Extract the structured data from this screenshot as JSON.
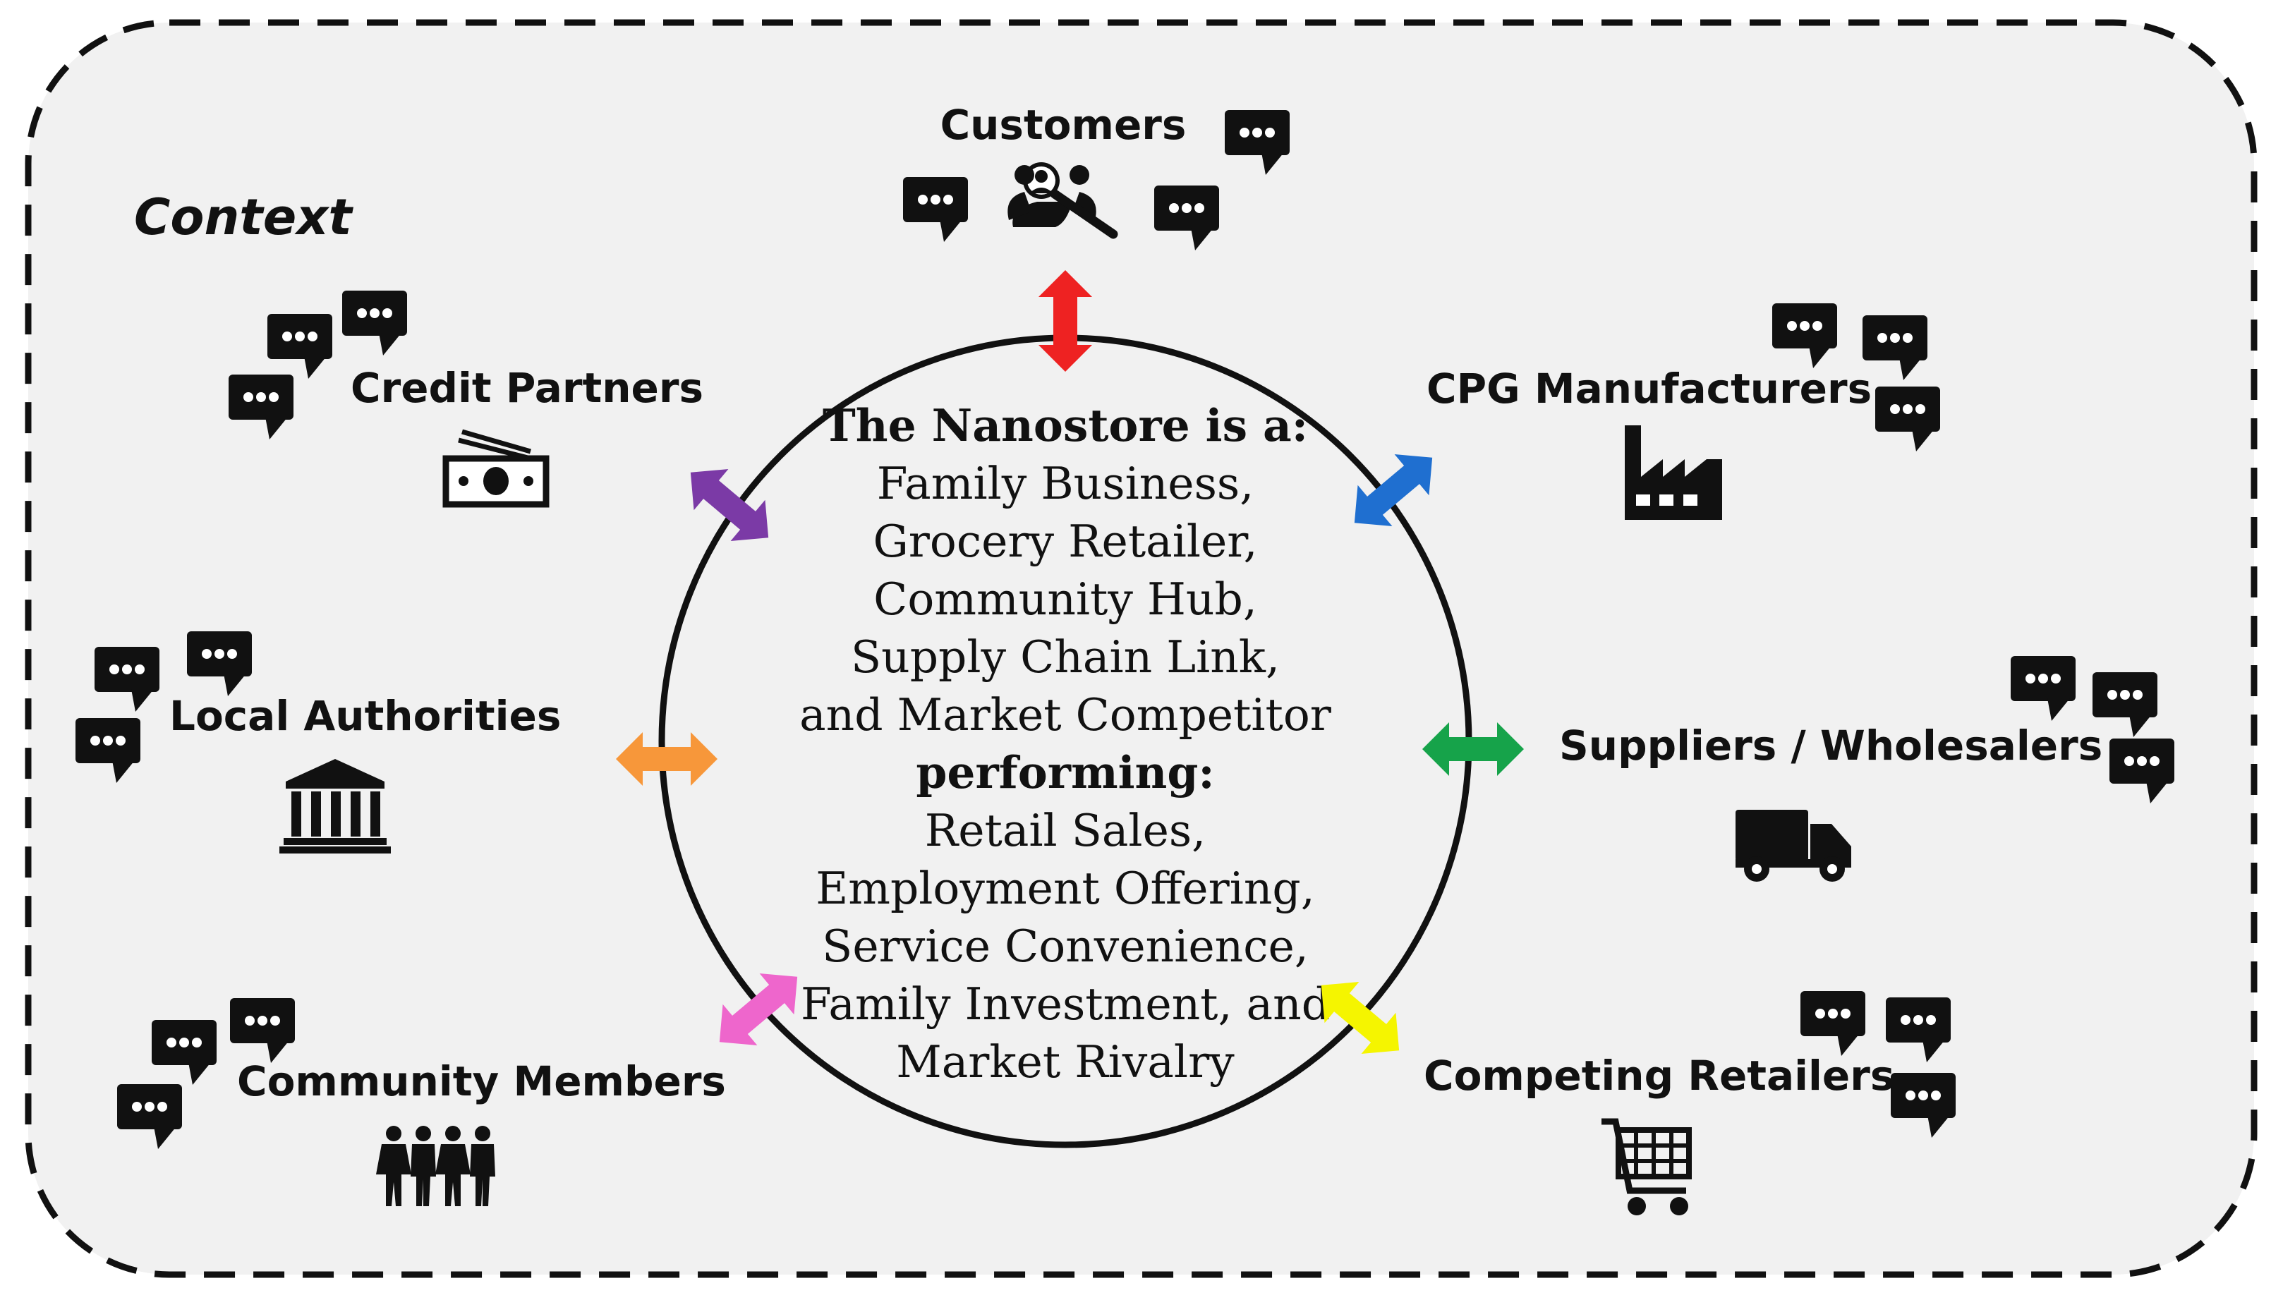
{
  "context_label": "Context",
  "center": {
    "heading": "The Nanostore is a:",
    "roles": [
      "Family Business,",
      "Grocery Retailer,",
      "Community Hub,",
      "Supply Chain Link,",
      "and Market Competitor"
    ],
    "performing_label": "performing:",
    "functions": [
      "Retail Sales,",
      "Employment Offering,",
      "Service Convenience,",
      "Family Investment, and",
      "Market Rivalry"
    ]
  },
  "stakeholders": {
    "customers": {
      "label": "Customers",
      "icon": "customer-search-icon",
      "arrow_color": "#ee2222"
    },
    "cpg": {
      "label": "CPG Manufacturers",
      "icon": "factory-icon",
      "arrow_color": "#1f6fd0"
    },
    "suppliers": {
      "label": "Suppliers / Wholesalers",
      "icon": "truck-icon",
      "arrow_color": "#16a34a"
    },
    "competing": {
      "label": "Competing Retailers",
      "icon": "shopping-cart-icon",
      "arrow_color": "#f5f500"
    },
    "community": {
      "label": "Community Members",
      "icon": "people-group-icon",
      "arrow_color": "#ee66cc"
    },
    "authorities": {
      "label": "Local Authorities",
      "icon": "government-building-icon",
      "arrow_color": "#f7973a"
    },
    "credit": {
      "label": "Credit Partners",
      "icon": "money-bills-icon",
      "arrow_color": "#7b3aa6"
    }
  }
}
